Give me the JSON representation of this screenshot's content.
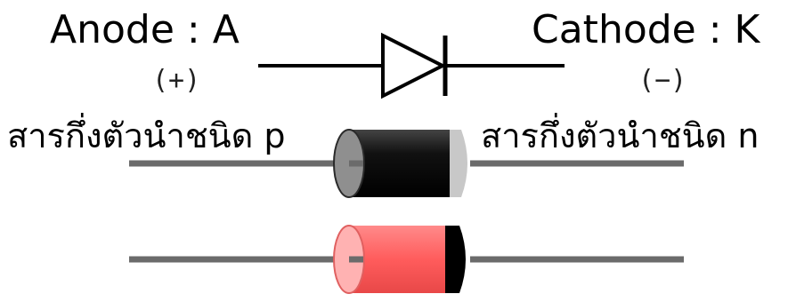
{
  "labels": {
    "anode": "Anode : A",
    "cathode": "Cathode : K",
    "plus": "(+)",
    "minus": "(−)",
    "p_type": "สารกึ่งตัวนำชนิด p",
    "n_type": "สารกึ่งตัวนำชนิด n"
  },
  "colors": {
    "lead": "#6b6b6b",
    "symbol": "#000000",
    "black_body": "#0a0a0a",
    "black_band": "#c8c8c8",
    "red_body": "#ff6b6b",
    "red_band": "#000000"
  }
}
